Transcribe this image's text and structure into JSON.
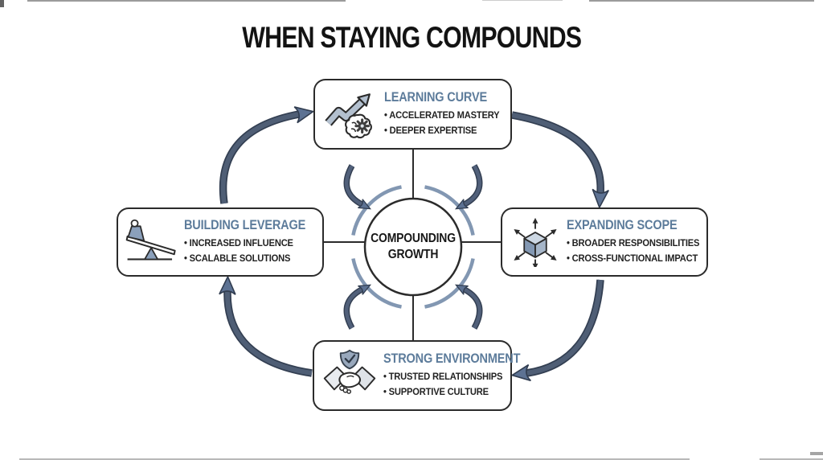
{
  "title": "WHEN STAYING COMPOUNDS",
  "center": {
    "label": "COMPOUNDING GROWTH"
  },
  "nodes": [
    {
      "id": "learning-curve",
      "heading": "LEARNING CURVE",
      "bullets": [
        "ACCELERATED MASTERY",
        "DEEPER EXPERTISE"
      ],
      "icon": "growth-arrow-brain-icon",
      "position": "top"
    },
    {
      "id": "expanding-scope",
      "heading": "EXPANDING SCOPE",
      "bullets": [
        "BROADER RESPONSIBILITIES",
        "CROSS-FUNCTIONAL IMPACT"
      ],
      "icon": "expanding-cube-icon",
      "position": "right"
    },
    {
      "id": "strong-environment",
      "heading": "STRONG ENVIRONMENT",
      "bullets": [
        "TRUSTED RELATIONSHIPS",
        "SUPPORTIVE CULTURE"
      ],
      "icon": "handshake-shield-icon",
      "position": "bottom"
    },
    {
      "id": "building-leverage",
      "heading": "BUILDING LEVERAGE",
      "bullets": [
        "INCREASED INFLUENCE",
        "SCALABLE SOLUTIONS"
      ],
      "icon": "lever-icon",
      "position": "left"
    }
  ],
  "flow": {
    "outer_cycle_order": [
      "BUILDING LEVERAGE",
      "LEARNING CURVE",
      "EXPANDING SCOPE",
      "STRONG ENVIRONMENT"
    ],
    "outer_cycle_direction": "clockwise",
    "inner_arrows": "all four nodes point into COMPOUNDING GROWTH"
  },
  "colors": {
    "background": "#ffffff",
    "heading_blue": "#5d7c9b",
    "arrow_body": "#4f5e75",
    "arrow_head": "#5d7293",
    "inner_ring": "#8297b2",
    "outline_dark": "#2b2b2b",
    "icon_fill_blue": "#a9b8c9"
  }
}
